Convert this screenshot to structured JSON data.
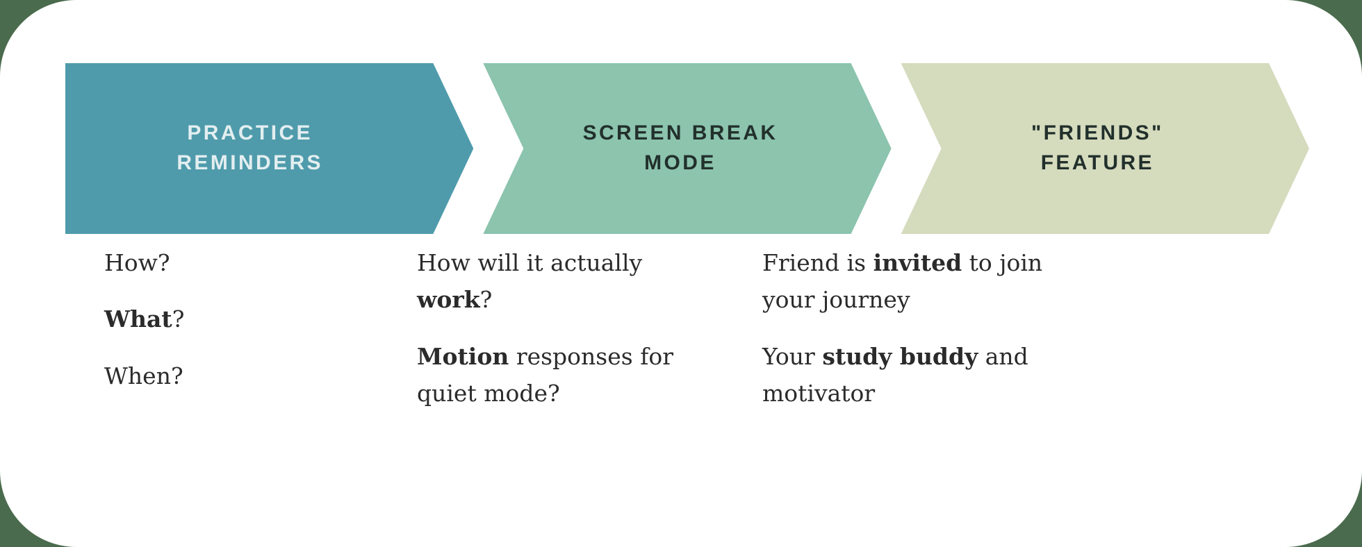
{
  "canvas": {
    "background_color": "#4a6b4d",
    "card_color": "#ffffff"
  },
  "flow": {
    "steps": [
      {
        "id": "practice-reminders",
        "title": "PRACTICE\nREMINDERS",
        "fill_color": "#4f9bab",
        "text_color": "#e3eef0",
        "body": [
          {
            "parts": [
              {
                "text": "How?",
                "bold": false
              }
            ]
          },
          {
            "parts": [
              {
                "text": "What",
                "bold": true
              },
              {
                "text": "?",
                "bold": false
              }
            ]
          },
          {
            "parts": [
              {
                "text": "When?",
                "bold": false
              }
            ]
          }
        ]
      },
      {
        "id": "screen-break-mode",
        "title": "SCREEN BREAK\nMODE",
        "fill_color": "#8cc4ae",
        "text_color": "#22302c",
        "body": [
          {
            "parts": [
              {
                "text": "How will it actually ",
                "bold": false
              },
              {
                "text": "work",
                "bold": true
              },
              {
                "text": "?",
                "bold": false
              }
            ]
          },
          {
            "parts": [
              {
                "text": "Motion",
                "bold": true
              },
              {
                "text": " responses for quiet mode?",
                "bold": false
              }
            ]
          }
        ]
      },
      {
        "id": "friends-feature",
        "title": "\"FRIENDS\"\nFEATURE",
        "fill_color": "#d5dbbd",
        "text_color": "#22302c",
        "body": [
          {
            "parts": [
              {
                "text": "Friend is ",
                "bold": false
              },
              {
                "text": "invited",
                "bold": true
              },
              {
                "text": " to join your journey",
                "bold": false
              }
            ]
          },
          {
            "parts": [
              {
                "text": "Your ",
                "bold": false
              },
              {
                "text": "study buddy",
                "bold": true
              },
              {
                "text": " and motivator",
                "bold": false
              }
            ]
          }
        ]
      }
    ]
  }
}
